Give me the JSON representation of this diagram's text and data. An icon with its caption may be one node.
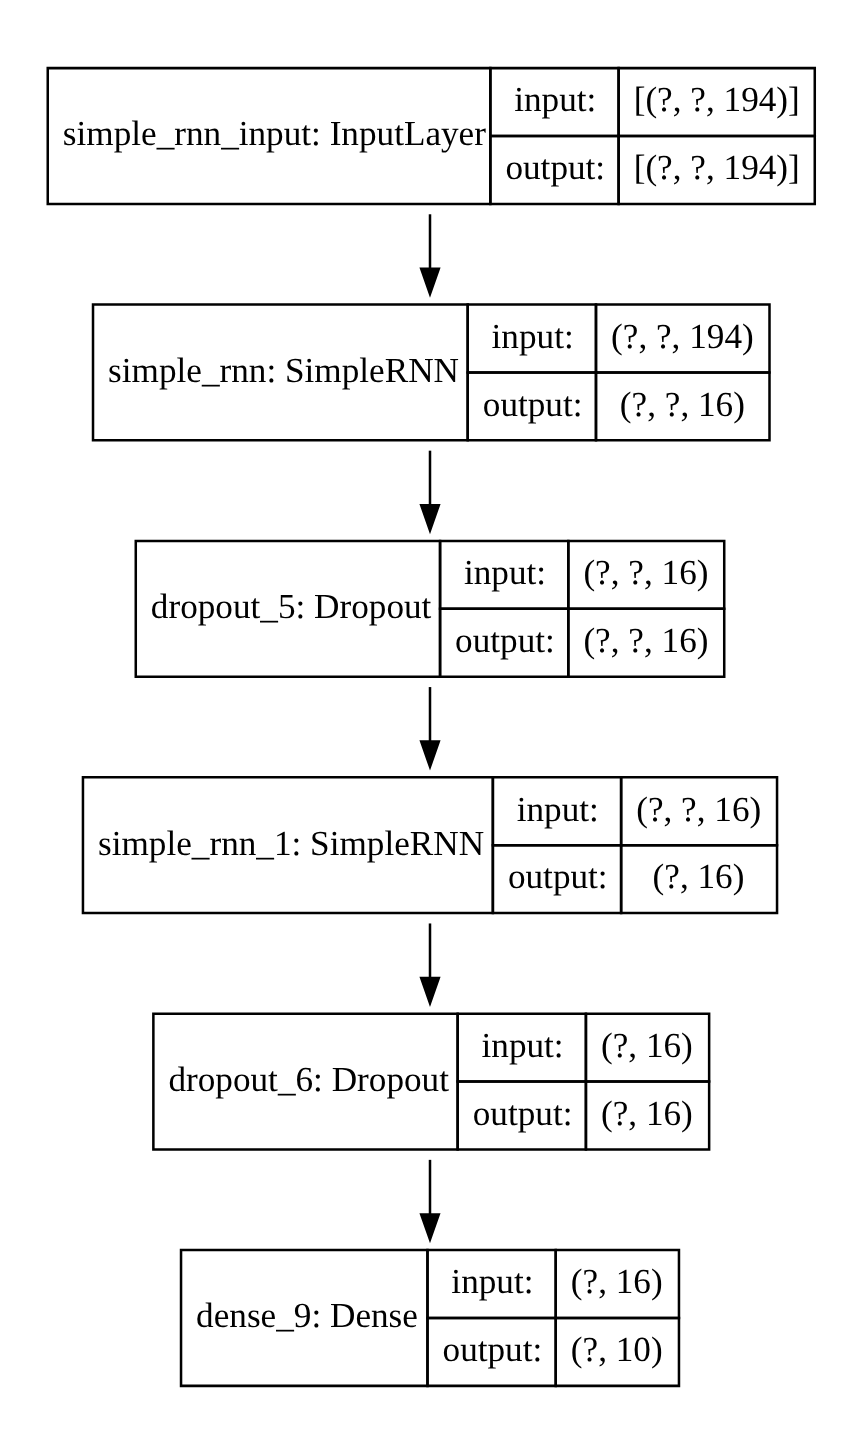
{
  "diagram": {
    "nodes": [
      {
        "text": [
          "simple_rnn_input: InputLayer",
          "input:",
          "[(?, ?, 194)]",
          "output:",
          "[(?, ?, 194)]"
        ]
      },
      {
        "text": [
          "simple_rnn: SimpleRNN",
          "input:",
          "(?, ?, 194)",
          "output:",
          "(?, ?, 16)"
        ]
      },
      {
        "text": [
          "dropout_5: Dropout",
          "input:",
          "(?, ?, 16)",
          "output:",
          "(?, ?, 16)"
        ]
      },
      {
        "text": [
          "simple_rnn_1: SimpleRNN",
          "input:",
          "(?, ?, 16)",
          "output:",
          "(?, 16)"
        ]
      },
      {
        "text": [
          "dropout_6: Dropout",
          "input:",
          "(?, 16)",
          "output:",
          "(?, 16)"
        ]
      },
      {
        "text": [
          "dense_9: Dense",
          "input:",
          "(?, 16)",
          "output:",
          "(?, 10)"
        ]
      }
    ],
    "edges": [
      {
        "from": 0,
        "to": 1,
        "arrow": "to"
      },
      {
        "from": 1,
        "to": 2,
        "arrow": "to"
      },
      {
        "from": 2,
        "to": 3,
        "arrow": "to"
      },
      {
        "from": 3,
        "to": 4,
        "arrow": "to"
      },
      {
        "from": 4,
        "to": 5,
        "arrow": "to"
      }
    ]
  }
}
